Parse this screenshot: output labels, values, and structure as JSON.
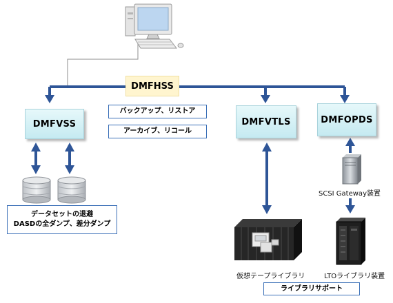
{
  "hub": {
    "label": "DMFHSS"
  },
  "nodes": {
    "vss": "DMFVSS",
    "vtls": "DMFVTLS",
    "opds": "DMFOPDS"
  },
  "functions": {
    "backup": "バックアップ、リストア",
    "archive": "アーカイブ、リコール"
  },
  "vss_function": {
    "line1": "データセットの退避",
    "line2": "DASDの全ダンプ、差分ダンプ"
  },
  "library_support": "ライブラリサポート",
  "captions": {
    "virtual_tape": "仮想テープライブラリ",
    "scsi_gateway": "SCSI Gateway装置",
    "lto_library": "LTOライブラリ装置"
  },
  "colors": {
    "connector": "#2e5597",
    "node_fill": "#c5eaf1",
    "hub_fill": "#fff5cf",
    "tag_border": "#3a6fb7"
  },
  "icons": [
    "computer-icon",
    "disk-icon",
    "disk-icon",
    "virtual-tape-library-icon",
    "scsi-gateway-icon",
    "lto-library-icon"
  ]
}
